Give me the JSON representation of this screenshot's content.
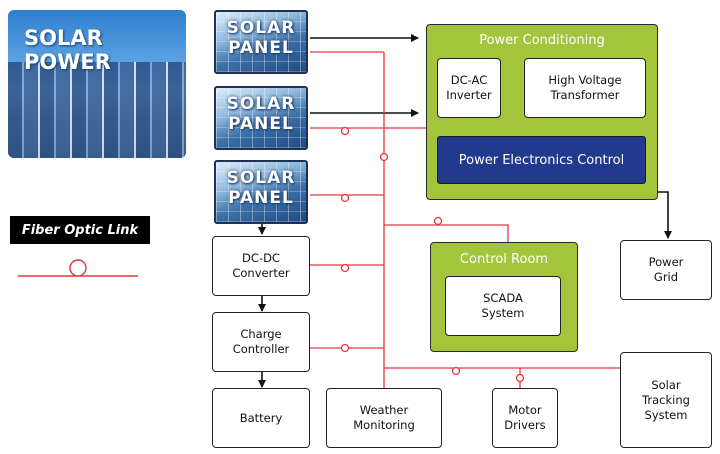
{
  "photo": {
    "title": "SOLAR\nPOWER"
  },
  "legend": {
    "label": "Fiber Optic Link"
  },
  "panels": [
    {
      "label": "SOLAR\nPANEL"
    },
    {
      "label": "SOLAR\nPANEL"
    },
    {
      "label": "SOLAR\nPANEL"
    }
  ],
  "power_conditioning": {
    "title": "Power Conditioning",
    "inverter": "DC-AC\nInverter",
    "transformer": "High Voltage\nTransformer",
    "pec": "Power Electronics Control"
  },
  "control_room": {
    "title": "Control Room",
    "scada": "SCADA\nSystem"
  },
  "boxes": {
    "dcdc": "DC-DC\nConverter",
    "charge": "Charge\nController",
    "battery": "Battery",
    "weather": "Weather\nMonitoring",
    "motor": "Motor\nDrivers",
    "tracking": "Solar\nTracking\nSystem",
    "grid": "Power\nGrid"
  },
  "colors": {
    "fiber": "#e5373b",
    "green": "#a4c43b",
    "navy": "#213a8e"
  }
}
